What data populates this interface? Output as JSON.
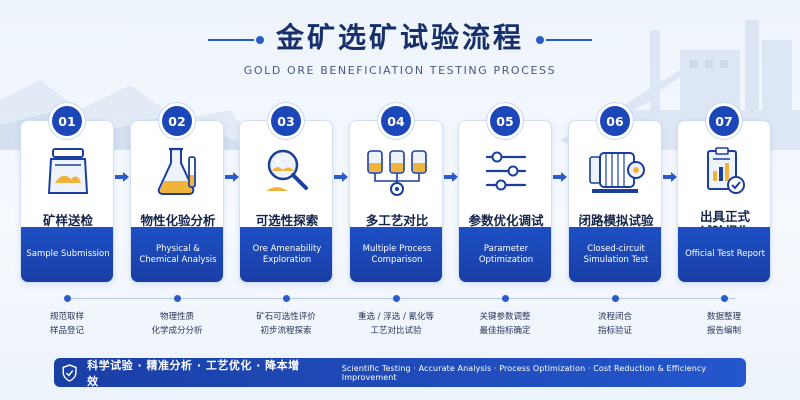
{
  "title": "金矿选矿试验流程",
  "subtitle": "GOLD ORE BENEFICIATION TESTING PROCESS",
  "colors": {
    "primary": "#1b47b8",
    "dark": "#17306b",
    "accent": "#f0b43a"
  },
  "chart_data": {
    "type": "diagram",
    "steps": [
      {
        "num": "01",
        "zh": "矿样送检",
        "en": "Sample Submission",
        "icon": "sample-bag-icon",
        "notes": [
          "规范取样",
          "样品登记"
        ]
      },
      {
        "num": "02",
        "zh": "物性化验分析",
        "en": "Physical & Chemical Analysis",
        "icon": "flask-icon",
        "notes": [
          "物理性质",
          "化学成分分析"
        ]
      },
      {
        "num": "03",
        "zh": "可选性探索",
        "en": "Ore Amenability Exploration",
        "icon": "magnifier-icon",
        "notes": [
          "矿石可选性评价",
          "初步流程探索"
        ]
      },
      {
        "num": "04",
        "zh": "多工艺对比",
        "en": "Multiple Process Comparison",
        "icon": "multi-process-icon",
        "notes": [
          "重选 / 浮选 / 氰化等",
          "工艺对比试验"
        ]
      },
      {
        "num": "05",
        "zh": "参数优化调试",
        "en": "Parameter Optimization",
        "icon": "slider-icon",
        "notes": [
          "关键参数调整",
          "最佳指标确定"
        ]
      },
      {
        "num": "06",
        "zh": "闭路模拟试验",
        "en": "Closed-circuit Simulation Test",
        "icon": "ball-mill-icon",
        "notes": [
          "流程闭合",
          "指标验证"
        ]
      },
      {
        "num": "07",
        "zh": "出具正式试验报告",
        "zh_lines": [
          "出具正式",
          "试验报告"
        ],
        "en": "Official Test Report",
        "icon": "report-icon",
        "notes": [
          "数据整理",
          "报告编制"
        ]
      }
    ]
  },
  "footer": {
    "zh": "科学试验 · 精准分析 · 工艺优化 · 降本增效",
    "en": "Scientific Testing · Accurate Analysis · Process Optimization · Cost Reduction & Efficiency Improvement"
  }
}
